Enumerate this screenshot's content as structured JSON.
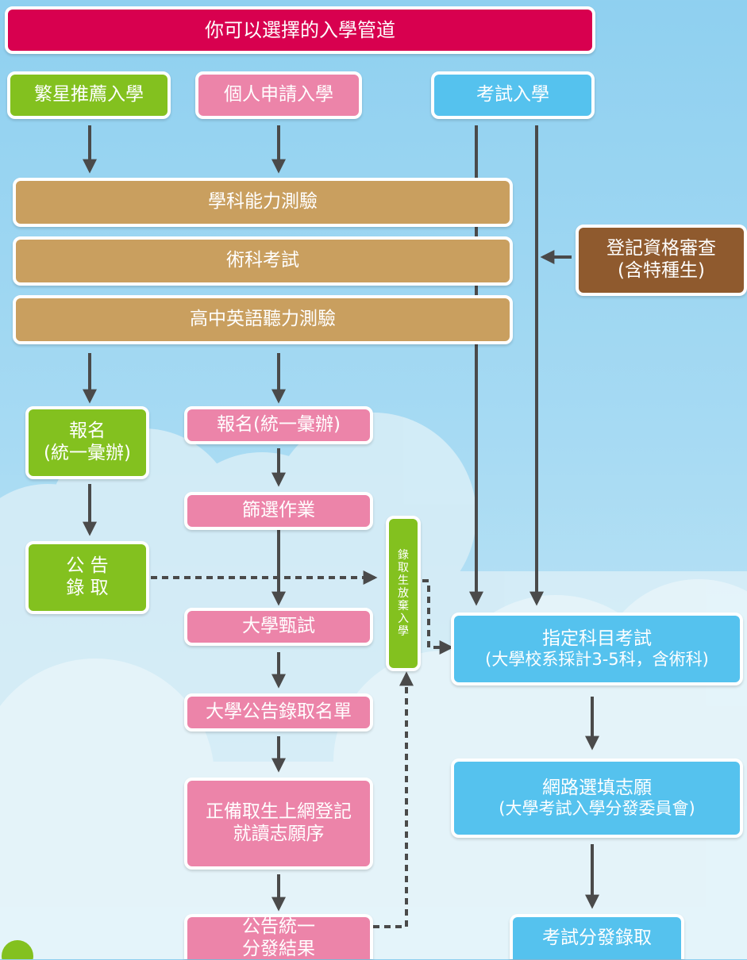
{
  "title": "你可以選擇的入學管道",
  "channels": {
    "star": "繁星推薦入學",
    "personal": "個人申請入學",
    "exam": "考試入學"
  },
  "tests": {
    "gsat": "學科能力測驗",
    "art": "術科考試",
    "listening": "高中英語聽力測驗"
  },
  "register_check": {
    "line1": "登記資格審查",
    "line2": "(含特種生)"
  },
  "star_flow": {
    "register_line1": "報名",
    "register_line2": "(統一彙辦)",
    "announce_line1": "公 告",
    "announce_line2": "錄 取"
  },
  "personal_flow": {
    "register": "報名(統一彙辦)",
    "screening": "篩選作業",
    "interview": "大學甄試",
    "announce_list": "大學公告錄取名單",
    "online_reg_line1": "正備取生上網登記",
    "online_reg_line2": "就讀志願序",
    "final_line1": "公告統一",
    "final_line2": "分發結果"
  },
  "waiver": "錄取生放棄入學",
  "exam_flow": {
    "designated_line1": "指定科目考試",
    "designated_line2": "(大學校系採計3-5科，含術科)",
    "preference_line1": "網路選填志願",
    "preference_line2": "(大學考試入學分發委員會)",
    "result": "考試分發錄取"
  },
  "colors": {
    "title": "#d8004f",
    "star": "#83c11f",
    "personal": "#ec84a9",
    "exam": "#55c2ee",
    "tests": "#c99f5f",
    "register_check": "#8f5a2e",
    "arrow": "#4a4a4a"
  }
}
